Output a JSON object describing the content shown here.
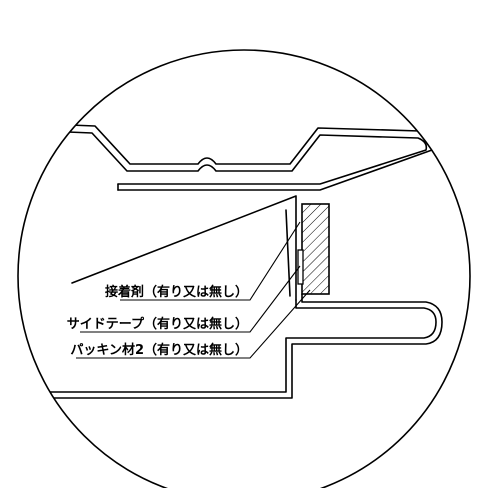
{
  "labels": {
    "adhesive": "接着剤（有り又は無し）",
    "side_tape": "サイドテープ（有り又は無し）",
    "packing": "パッキン材2（有り又は無し）"
  }
}
